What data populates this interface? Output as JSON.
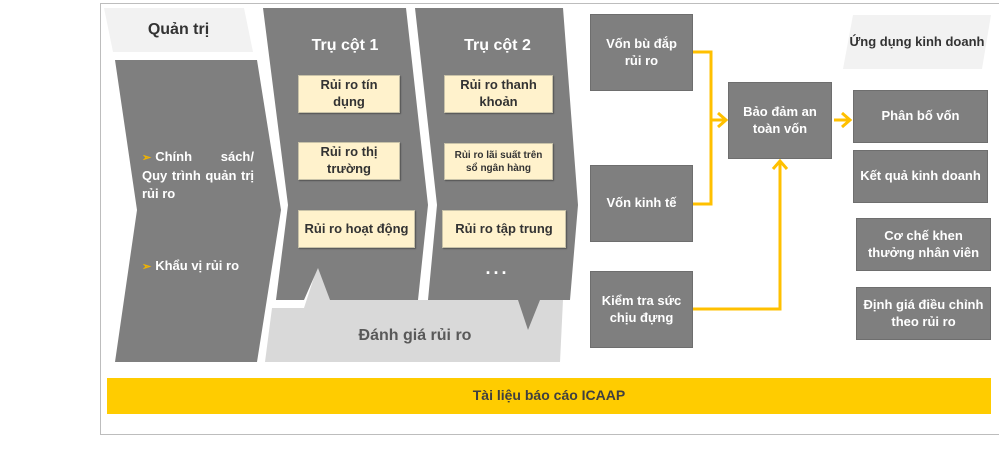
{
  "governance": {
    "title": "Quản trị",
    "bullets": [
      "Chính sách/ Quy trình quản trị rủi ro",
      "Khẩu vị rủi ro"
    ]
  },
  "pillar1": {
    "title": "Trụ cột 1",
    "risks": [
      "Rủi ro tín dụng",
      "Rủi ro thị trường",
      "Rủi ro hoạt động"
    ]
  },
  "pillar2": {
    "title": "Trụ cột 2",
    "risks": [
      "Rủi ro thanh khoản",
      "Rủi ro lãi suất trên sổ ngân hàng",
      "Rủi ro tập trung"
    ],
    "more": "..."
  },
  "assessment": "Đánh giá rủi ro",
  "capital": {
    "compensating": "Vốn bù đắp rủi ro",
    "economic": "Vốn kinh tế",
    "stress_test": "Kiểm tra sức chịu đựng",
    "adequacy": "Bảo đảm an toàn vốn"
  },
  "business": {
    "title": "Ứng dụng kinh doanh",
    "items": [
      "Phân bố vốn",
      "Kết quả kinh doanh",
      "Cơ chế khen thưởng nhân viên",
      "Định giá điều chỉnh theo rủi ro"
    ]
  },
  "footer": "Tài liệu báo cáo ICAAP",
  "colors": {
    "dark": "#7f7f7f",
    "accent": "#ffc000",
    "pale": "#fff2cc",
    "light": "#d9d9d9"
  }
}
